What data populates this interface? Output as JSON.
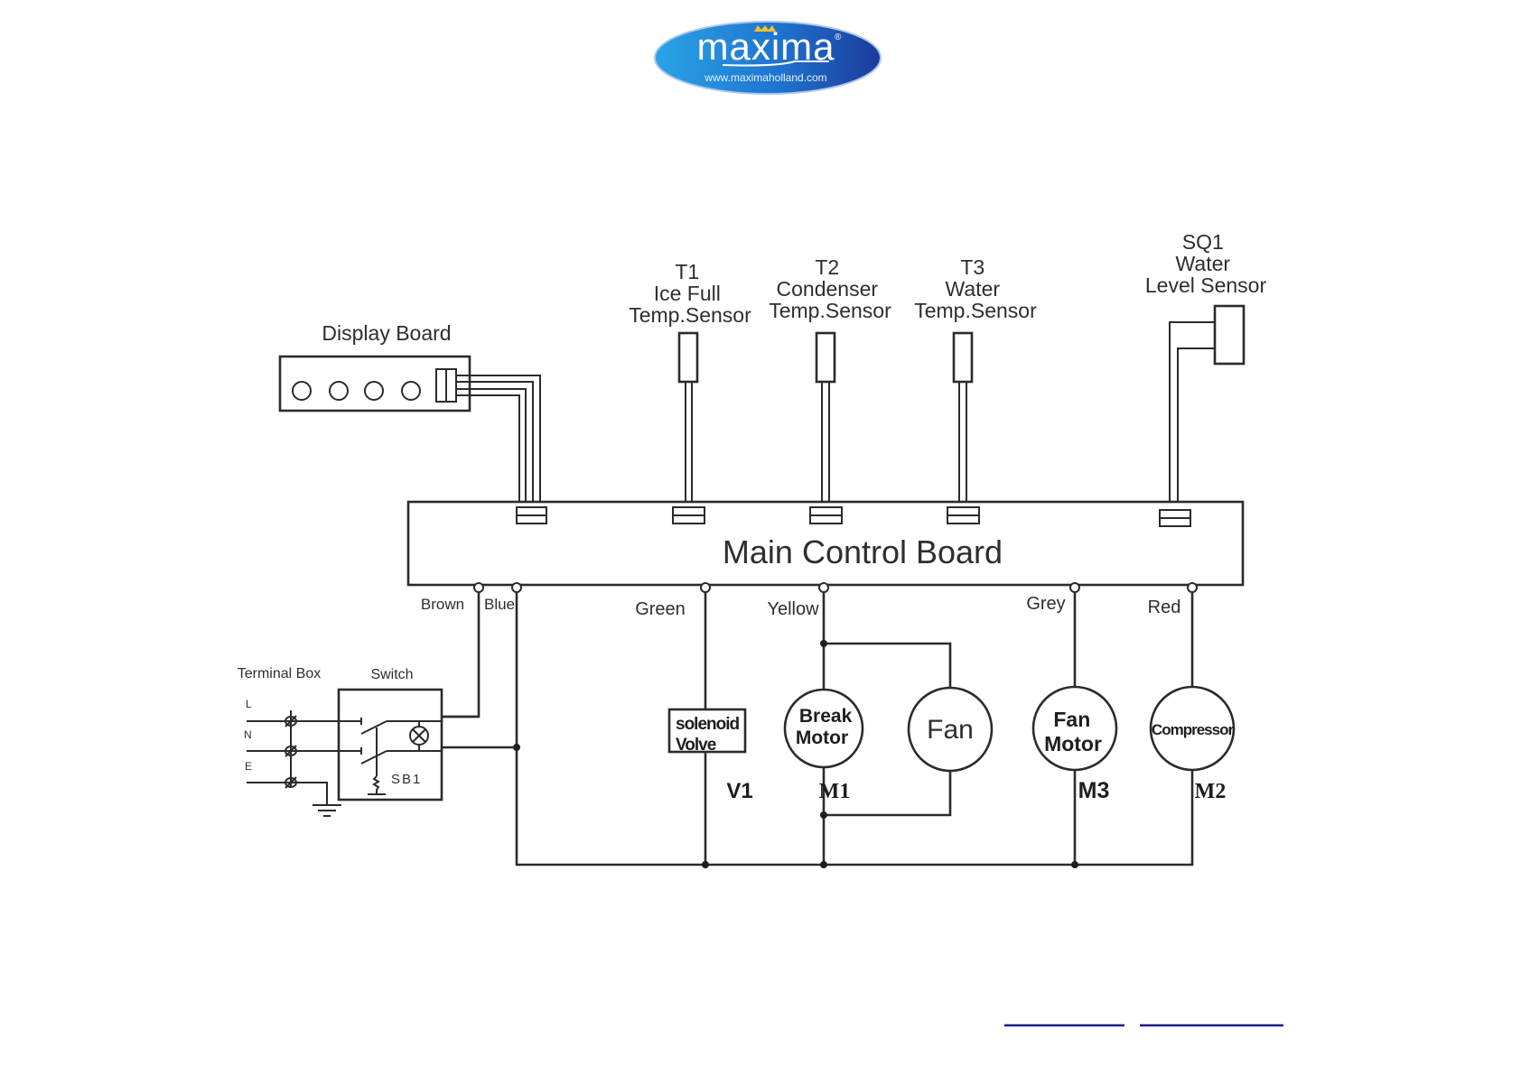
{
  "logo": {
    "brand": "maxima",
    "registered_mark": "®",
    "url_text": "www.maximaholland.com",
    "colors": {
      "oval_dark": "#1b3a9c",
      "oval_light": "#2aa4e6",
      "crown": "#f2c230",
      "text": "#ffffff"
    }
  },
  "diagram": {
    "display_board": {
      "label": "Display Board",
      "buttons": 4
    },
    "sensors": [
      {
        "id": "T1",
        "lines": [
          "T1",
          "Ice Full",
          "Temp.Sensor"
        ]
      },
      {
        "id": "T2",
        "lines": [
          "T2",
          "Condenser",
          "Temp.Sensor"
        ]
      },
      {
        "id": "T3",
        "lines": [
          "T3",
          "Water",
          "Temp.Sensor"
        ]
      },
      {
        "id": "SQ1",
        "lines": [
          "SQ1",
          "Water",
          "Level Sensor"
        ]
      }
    ],
    "main_board": {
      "label": "Main Control Board"
    },
    "wire_colors": [
      "Brown",
      "Blue",
      "Green",
      "Yellow",
      "Grey",
      "Red"
    ],
    "terminal_box": {
      "label": "Terminal Box",
      "terminals": [
        "L",
        "N",
        "E"
      ]
    },
    "switch": {
      "label": "Switch",
      "designator": "SB1"
    },
    "loads": [
      {
        "id": "V1",
        "lines": [
          "solenoid",
          "Volve"
        ],
        "designator": "V1",
        "wire": "Green"
      },
      {
        "id": "M1",
        "lines": [
          "Break",
          "Motor"
        ],
        "designator": "M1",
        "wire": "Yellow"
      },
      {
        "id": "FAN",
        "lines": [
          "Fan"
        ],
        "designator": "",
        "wire": "Yellow"
      },
      {
        "id": "M3",
        "lines": [
          "Fan",
          "Motor"
        ],
        "designator": "M3",
        "wire": "Grey"
      },
      {
        "id": "M2",
        "lines": [
          "Compressor"
        ],
        "designator": "M2",
        "wire": "Red"
      }
    ]
  },
  "footer": {
    "links": [
      {
        "text": ""
      },
      {
        "text": ""
      }
    ],
    "link_color": "#1a1a8c"
  }
}
